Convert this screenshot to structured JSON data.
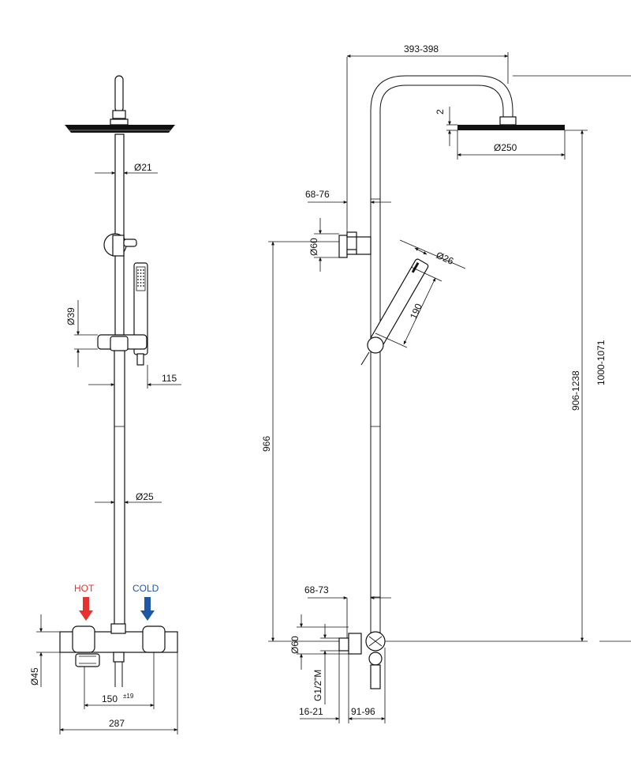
{
  "labels": {
    "hot": "HOT",
    "cold": "COLD"
  },
  "colors": {
    "hot": "#e8312f",
    "cold": "#1f57a8",
    "line": "#111111"
  },
  "front_view": {
    "d21": "Ø21",
    "d39": "Ø39",
    "w115": "115",
    "d25": "Ø25",
    "d45": "Ø45",
    "w150": "150",
    "tol150": "±19",
    "w287": "287"
  },
  "side_view": {
    "reach": "393-398",
    "gap2": "2",
    "d250": "Ø250",
    "off1": "68-76",
    "d60_top": "Ø60",
    "d26": "Ø26",
    "len190": "190",
    "h966": "966",
    "h906": "906-1238",
    "h_cut": "1000-1071",
    "off2": "68-73",
    "d60_bottom": "Ø60",
    "thread": "G1/2\"M",
    "w1621": "16-21",
    "w9196": "91-96"
  }
}
